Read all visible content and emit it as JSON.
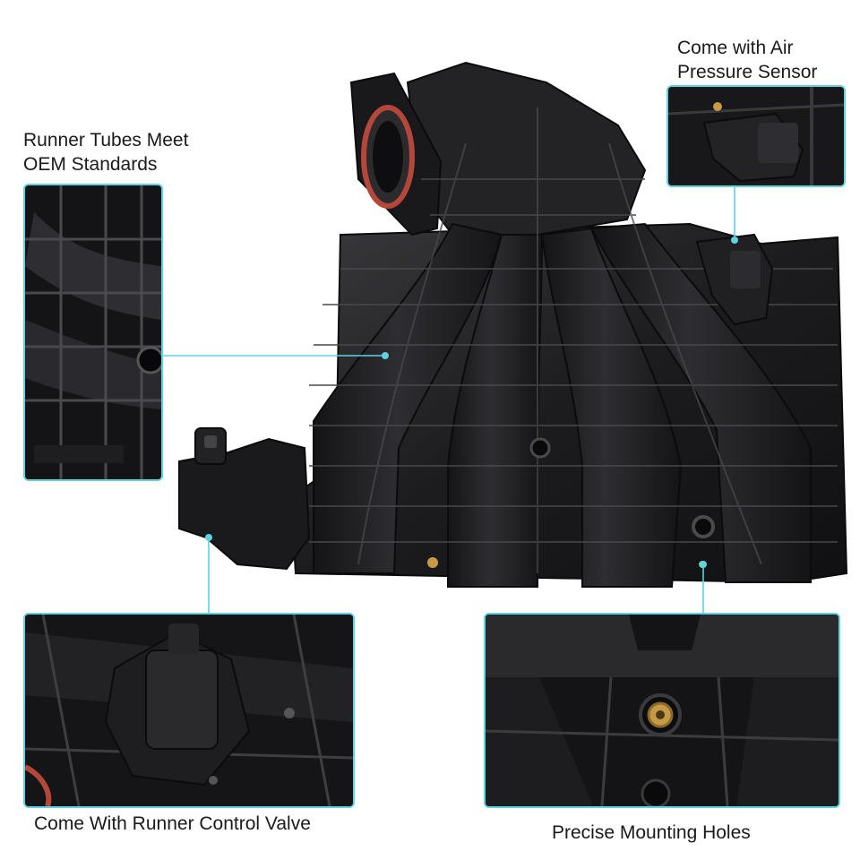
{
  "colors": {
    "accent": "#5fd3e0",
    "product": "#1c1c1e",
    "product_highlight": "#3a3a3e",
    "gasket": "#b5473a",
    "brass": "#c79a45",
    "background": "#ffffff"
  },
  "callouts": {
    "runner_tubes": "Runner Tubes Meet\nOEM Standards",
    "air_pressure_sensor": "Come with Air\nPressure Sensor",
    "runner_control_valve": "Come With Runner Control Valve",
    "mounting_holes": "Precise Mounting Holes"
  }
}
